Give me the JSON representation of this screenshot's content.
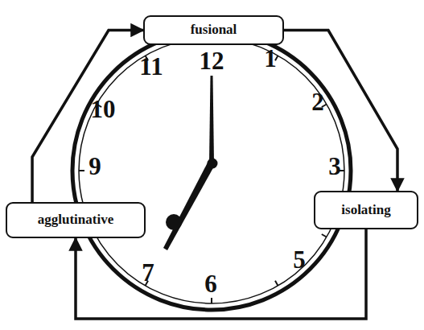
{
  "diagram": {
    "nodes": [
      {
        "text": [
          "fusional"
        ]
      },
      {
        "text": [
          "isolating"
        ]
      },
      {
        "text": [
          "agglutinative"
        ]
      }
    ],
    "edges": [
      {
        "from": 0,
        "to": 1,
        "arrow": "to"
      },
      {
        "from": 1,
        "to": 2,
        "arrow": "to"
      },
      {
        "from": 2,
        "to": 0,
        "arrow": "to"
      }
    ],
    "labels": [
      "12",
      "1",
      "11",
      "2",
      "10",
      "9",
      "3",
      "5",
      "7",
      "6"
    ]
  }
}
